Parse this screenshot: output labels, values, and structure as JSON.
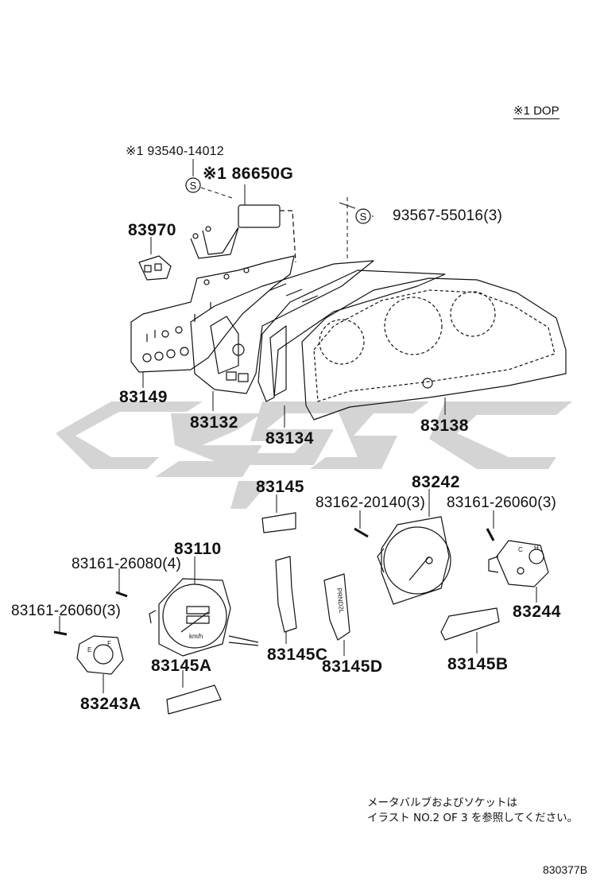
{
  "legend": "※1 DOP",
  "labels": {
    "p93540": "※1 93540-14012",
    "s86650": "※1 86650G",
    "p93567": "93567-55016(3)",
    "p83970": "83970",
    "p83149": "83149",
    "p83132": "83132",
    "p83134": "83134",
    "p83138": "83138",
    "p83145": "83145",
    "p83242": "83242",
    "p83162": "83162-20140(3)",
    "p83161a": "83161-26060(3)",
    "p83110": "83110",
    "p83161b": "83161-26080(4)",
    "p83161c": "83161-26060(3)",
    "p83244": "83244",
    "p83145c": "83145C",
    "p83145d": "83145D",
    "p83145b": "83145B",
    "p83145a": "83145A",
    "p83243a": "83243A"
  },
  "screw_symbol": "S",
  "gauge_text": {
    "kmh": "km/h",
    "fuel_f": "F",
    "fuel_e": "E",
    "temp_h": "H",
    "temp_c": "C",
    "shift": "PRND2L"
  },
  "note": {
    "line1": "メータバルブおよびソケットは",
    "line2": "イラスト NO.2 OF 3 を参照してください。"
  },
  "ref_code": "830377B",
  "colors": {
    "ink": "#111111",
    "watermark": "#d2d2d2"
  }
}
